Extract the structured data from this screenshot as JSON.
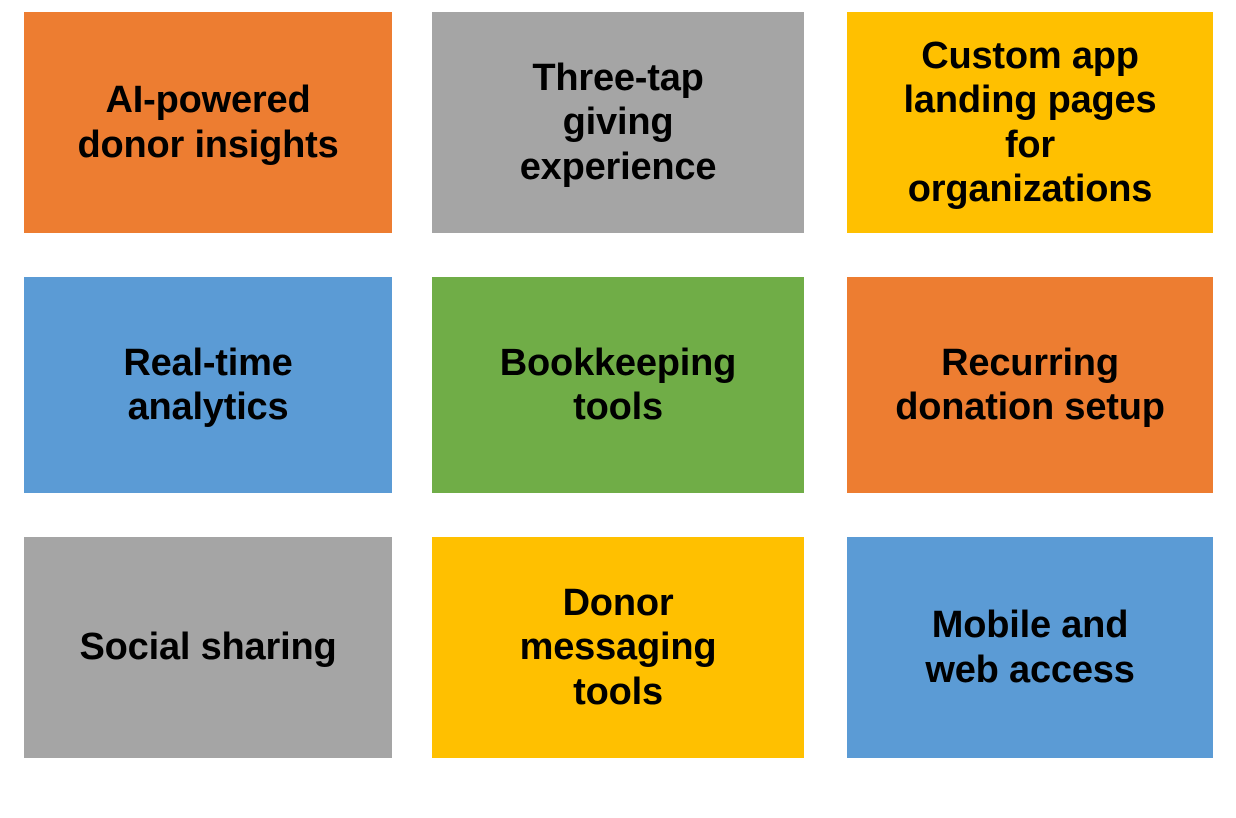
{
  "page": {
    "title": "Feature highlights grid",
    "background_color": "#FFFFFF",
    "text_color": "#000000",
    "columns": 3,
    "rows": 3
  },
  "palette": {
    "orange": "#ED7D31",
    "gray": "#A5A5A5",
    "yellow": "#FFC000",
    "blue": "#5B9BD5",
    "green": "#70AD47"
  },
  "cells": [
    {
      "id": "ai-powered-donor-insights",
      "label": "AI-powered\ndonor insights",
      "color": "#ED7D31",
      "row": 0,
      "col": 0,
      "font_size": "38px"
    },
    {
      "id": "three-tap-giving-experience",
      "label": "Three-tap\ngiving\nexperience",
      "color": "#A5A5A5",
      "row": 0,
      "col": 1,
      "font_size": "38px"
    },
    {
      "id": "custom-app-landing-pages-for-organizations",
      "label": "Custom app\nlanding pages\nfor\norganizations",
      "color": "#FFC000",
      "row": 0,
      "col": 2,
      "font_size": "38px"
    },
    {
      "id": "real-time-analytics",
      "label": "Real-time\nanalytics",
      "color": "#5B9BD5",
      "row": 1,
      "col": 0,
      "font_size": "38px"
    },
    {
      "id": "bookkeeping-tools",
      "label": "Bookkeeping\ntools",
      "color": "#70AD47",
      "row": 1,
      "col": 1,
      "font_size": "38px"
    },
    {
      "id": "recurring-donation-setup",
      "label": "Recurring\ndonation setup",
      "color": "#ED7D31",
      "row": 1,
      "col": 2,
      "font_size": "38px"
    },
    {
      "id": "social-sharing",
      "label": "Social sharing",
      "color": "#A5A5A5",
      "row": 2,
      "col": 0,
      "font_size": "38px"
    },
    {
      "id": "donor-messaging-tools",
      "label": "Donor\nmessaging\ntools",
      "color": "#FFC000",
      "row": 2,
      "col": 1,
      "font_size": "38px"
    },
    {
      "id": "mobile-and-web-access",
      "label": "Mobile and\nweb access",
      "color": "#5B9BD5",
      "row": 2,
      "col": 2,
      "font_size": "38px"
    }
  ]
}
